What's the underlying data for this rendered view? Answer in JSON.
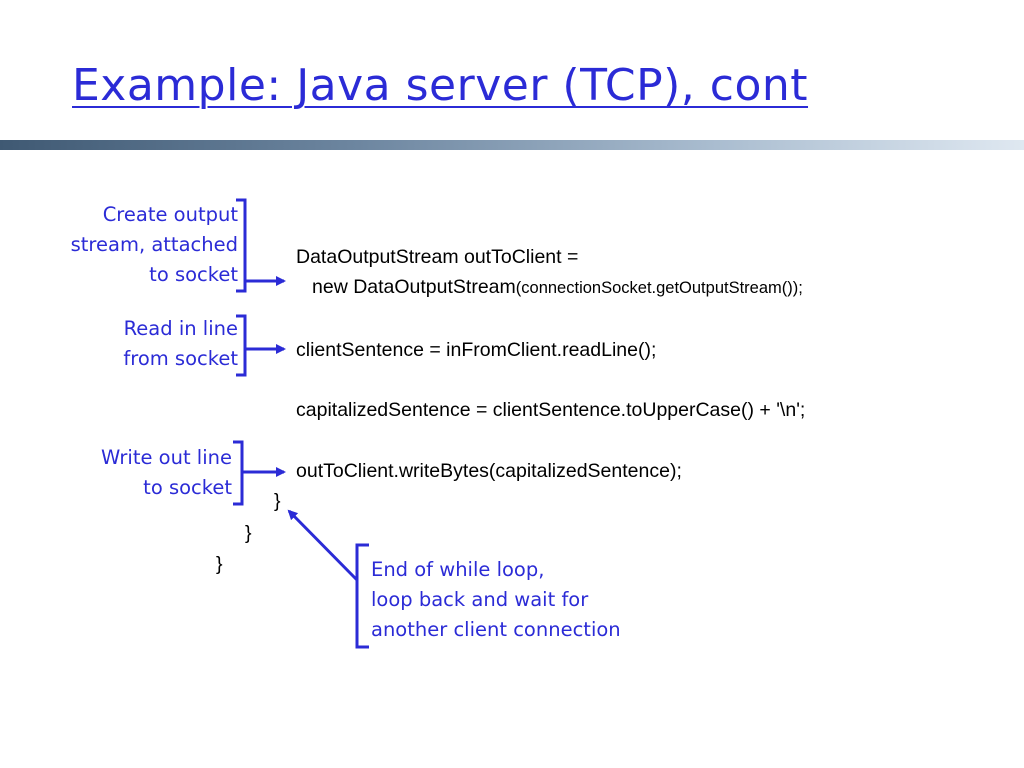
{
  "slide": {
    "title": "Example: Java server (TCP), cont"
  },
  "annotations": {
    "output_stream": [
      "Create output",
      "stream, attached",
      "to socket"
    ],
    "read_line": [
      "Read in  line",
      "from socket"
    ],
    "write_line": [
      "Write out line",
      "to socket"
    ],
    "end_loop": [
      "End of while loop,",
      "loop back and wait for",
      "another client connection"
    ]
  },
  "code": {
    "line1": "DataOutputStream  outToClient =",
    "line2_main": "new DataOutputStream",
    "line2_args": "(connectionSocket.getOutputStream());",
    "line3": "clientSentence = inFromClient.readLine();",
    "line4": "capitalizedSentence = clientSentence.toUpperCase() + '\\n';",
    "line5": "outToClient.writeBytes(capitalizedSentence);",
    "brace1": "}",
    "brace2": "}",
    "brace3": "}"
  },
  "colors": {
    "annotation_blue": "#2b2bd6",
    "title_blue": "#2b2bd6"
  }
}
